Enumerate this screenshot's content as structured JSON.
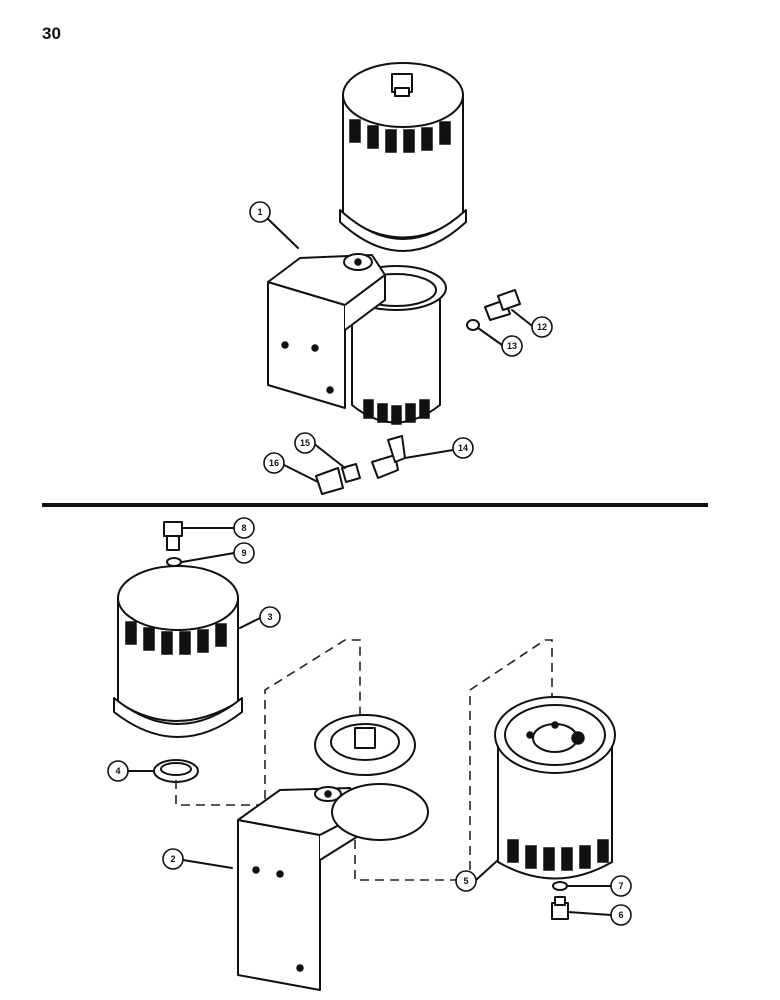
{
  "page": {
    "number": "30"
  },
  "callouts": [
    "1",
    "12",
    "13",
    "14",
    "15",
    "16",
    "8",
    "9",
    "3",
    "4",
    "2",
    "5",
    "7",
    "6"
  ]
}
